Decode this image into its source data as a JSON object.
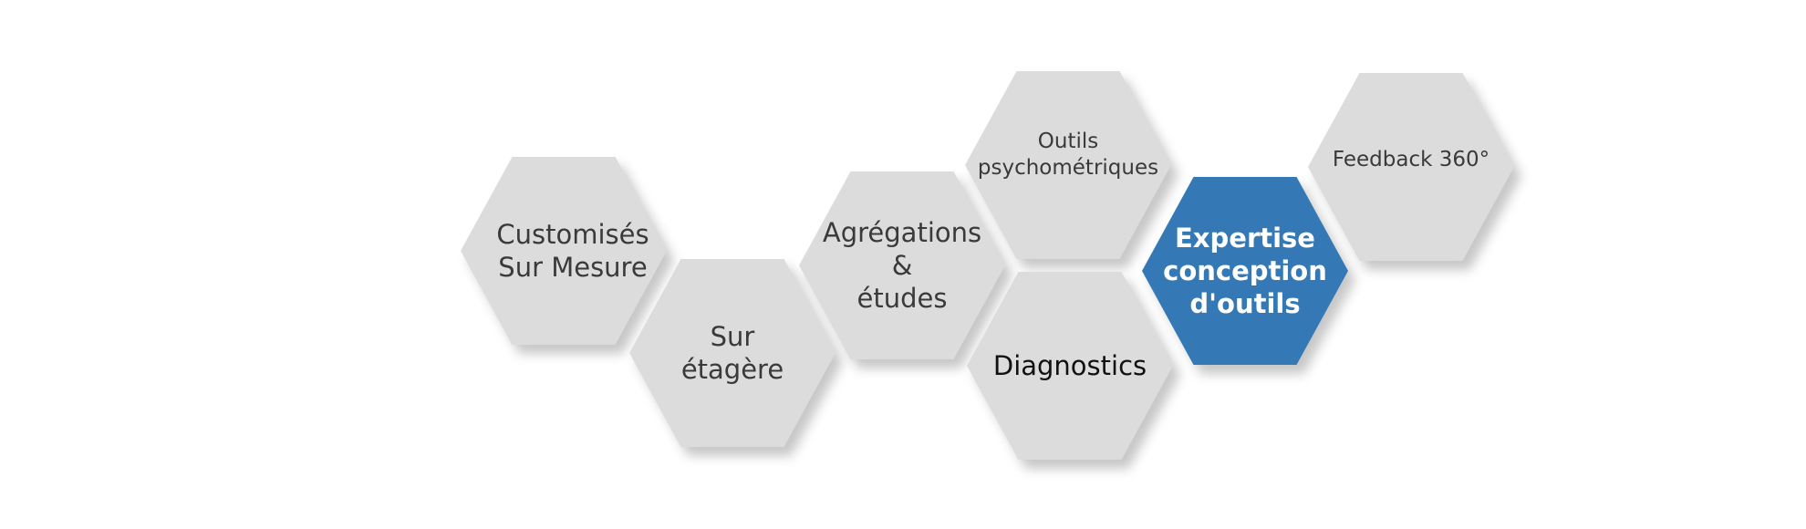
{
  "diagram": {
    "hexagons": [
      {
        "id": "customises",
        "lines": [
          "Customisés",
          "Sur Mesure"
        ]
      },
      {
        "id": "sur-etagere",
        "lines": [
          "Sur",
          "étagère"
        ]
      },
      {
        "id": "agregations",
        "lines": [
          "Agrégations",
          "&",
          "études"
        ]
      },
      {
        "id": "outils-psy",
        "lines": [
          "Outils",
          "psychométriques"
        ]
      },
      {
        "id": "diagnostics",
        "lines": [
          "Diagnostics"
        ]
      },
      {
        "id": "expertise",
        "lines": [
          "Expertise",
          "conception",
          "d'outils"
        ]
      },
      {
        "id": "feedback",
        "lines": [
          "Feedback 360°"
        ]
      }
    ]
  },
  "colors": {
    "hex_fill": "#dcdcdc",
    "accent_fill": "#3479b5",
    "text": "#3a3a3a",
    "accent_text": "#ffffff"
  }
}
